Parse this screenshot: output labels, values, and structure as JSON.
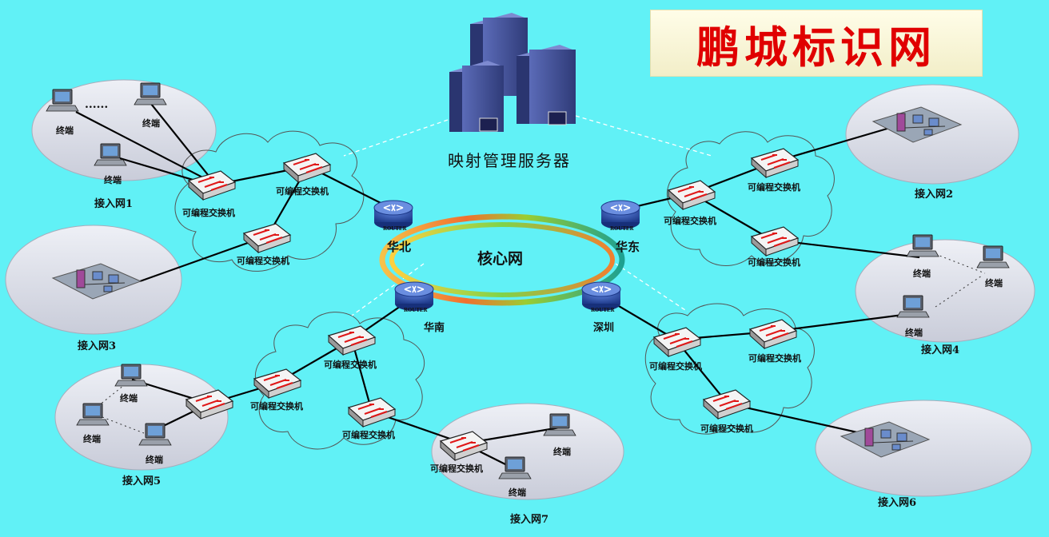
{
  "title": "鹏城标识网",
  "server_label": "映射管理服务器",
  "core_label": "核心网",
  "router_badge": "ROUTER",
  "routers": {
    "north": "华北",
    "east": "华东",
    "south": "华南",
    "shenzhen": "深圳"
  },
  "switch_label": "可编程交换机",
  "terminal_label": "终端",
  "ellipsis": "......",
  "access_networks": {
    "net1": "接入网1",
    "net2": "接入网2",
    "net3": "接入网3",
    "net4": "接入网4",
    "net5": "接入网5",
    "net6": "接入网6",
    "net7": "接入网7"
  },
  "colors": {
    "background": "#61f1f6",
    "title_text": "#e00000",
    "title_box": "#f8f5d8",
    "server": "#3e4c8e",
    "ellipse_fill": "#d8dbe6"
  }
}
